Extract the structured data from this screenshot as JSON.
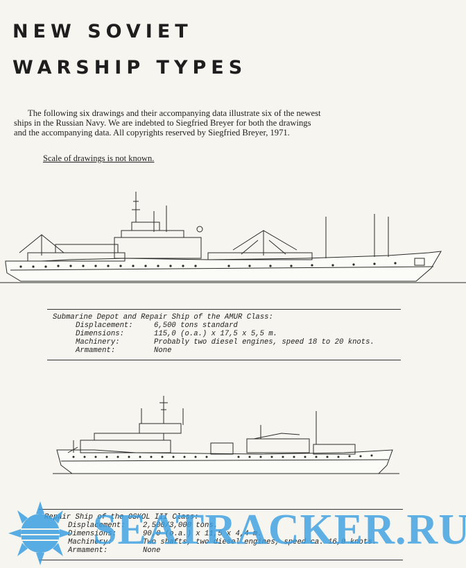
{
  "title": {
    "line1": "NEW SOVIET",
    "line2": "WARSHIP TYPES"
  },
  "intro": {
    "lines": [
      "The following six drawings and their accompanying data illustrate six of the newest",
      "ships in the Russian Navy.  We are indebted to Siegfried Breyer for both the drawings",
      "and the accompanying data.  All copyrights reserved by Siegfried Breyer, 1971."
    ]
  },
  "scale_note": "Scale of drawings is not known.",
  "ships": [
    {
      "heading": "Submarine Depot and Repair Ship of the AMUR Class:",
      "rows": [
        {
          "label": "Displacement:",
          "value": "6,500 tons standard"
        },
        {
          "label": "Dimensions:",
          "value": "115,0 (o.a.) x 17,5 x 5,5 m."
        },
        {
          "label": "Machinery:",
          "value": "Probably two diesel engines, speed 18 to 20 knots."
        },
        {
          "label": "Armament:",
          "value": "None"
        }
      ]
    },
    {
      "heading": "Repair Ship of the OSKOL III Class:",
      "rows": [
        {
          "label": "Displacement:",
          "value": "2,500/3,000 tons."
        },
        {
          "label": "Dimensions:",
          "value": "90,0 (o.a.) x 11,5 x 4,4 m."
        },
        {
          "label": "Machinery:",
          "value": "Two shafts, two diesel engines, speed ca. 16,0 knots."
        },
        {
          "label": "Armament:",
          "value": "None"
        }
      ]
    }
  ],
  "watermark": {
    "text": "SEATRACKER.RU",
    "color": "#3ca0e1"
  }
}
